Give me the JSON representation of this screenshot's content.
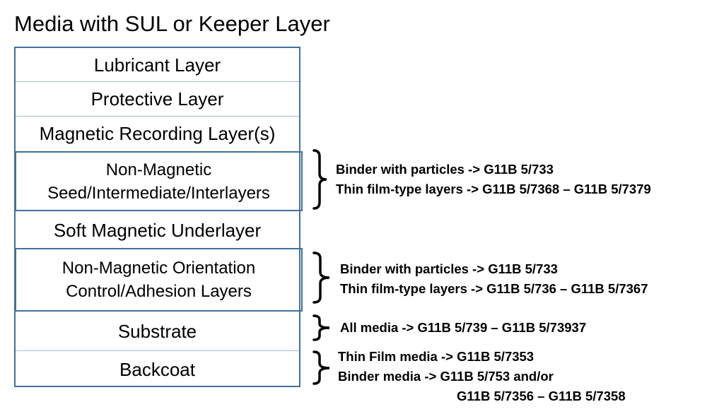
{
  "title": "Media with SUL or Keeper Layer",
  "layers": [
    {
      "lines": [
        "Lubricant Layer"
      ]
    },
    {
      "lines": [
        "Protective Layer"
      ]
    },
    {
      "lines": [
        "Magnetic Recording Layer(s)"
      ]
    },
    {
      "lines": [
        "Non-Magnetic",
        "Seed/Intermediate/Interlayers"
      ]
    },
    {
      "lines": [
        "Soft Magnetic Underlayer"
      ]
    },
    {
      "lines": [
        "Non-Magnetic Orientation",
        "Control/Adhesion Layers"
      ]
    },
    {
      "lines": [
        "Substrate"
      ]
    },
    {
      "lines": [
        "Backcoat"
      ]
    }
  ],
  "annotations": [
    {
      "lines": [
        "Binder with particles -> G11B 5/733",
        "Thin film-type layers -> G11B 5/7368 – G11B 5/7379"
      ]
    },
    {
      "lines": [
        "Binder with particles -> G11B 5/733",
        "Thin film-type layers -> G11B 5/736 – G11B 5/7367"
      ]
    },
    {
      "lines": [
        "All media -> G11B 5/739 – G11B 5/73937"
      ]
    },
    {
      "lines": [
        "Thin Film media -> G11B 5/7353",
        "Binder media -> G11B 5/753 and/or",
        "G11B 5/7356 – G11B 5/7358"
      ]
    }
  ],
  "colors": {
    "border": "#41719c",
    "divider": "#a9bcd6",
    "text": "#000000"
  }
}
